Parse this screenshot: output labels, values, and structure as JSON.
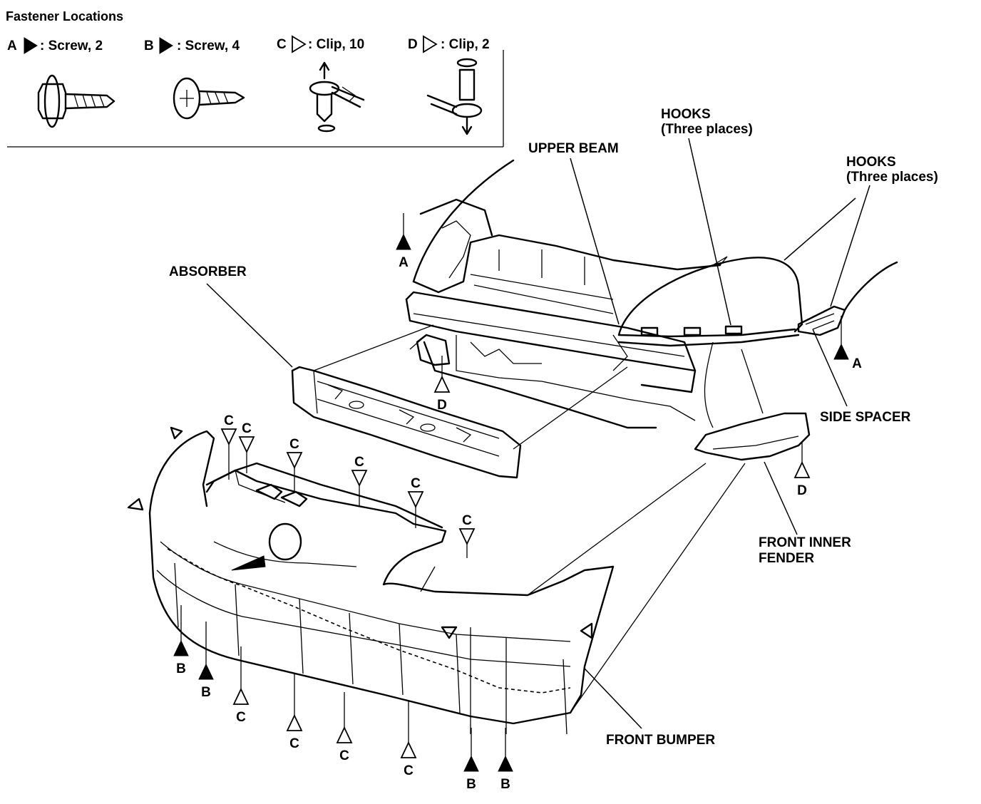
{
  "legend": {
    "title": "Fastener Locations",
    "items": [
      {
        "letter": "A",
        "desc": ": Screw, 2",
        "symbol": "filled"
      },
      {
        "letter": "B",
        "desc": ": Screw, 4",
        "symbol": "filled"
      },
      {
        "letter": "C",
        "desc": ": Clip, 10",
        "symbol": "open"
      },
      {
        "letter": "D",
        "desc": ": Clip, 2",
        "symbol": "open"
      }
    ]
  },
  "labels": {
    "upper_beam": "UPPER BEAM",
    "hooks_1": "HOOKS",
    "hooks_1_sub": "(Three places)",
    "hooks_2": "HOOKS",
    "hooks_2_sub": "(Three places)",
    "absorber": "ABSORBER",
    "side_spacer": "SIDE SPACER",
    "front_inner_fender_1": "FRONT INNER",
    "front_inner_fender_2": "FENDER",
    "front_bumper": "FRONT BUMPER"
  },
  "fastener_markers": [
    {
      "id": "a-top-left",
      "letter": "A",
      "type": "filled"
    },
    {
      "id": "a-right",
      "letter": "A",
      "type": "filled"
    },
    {
      "id": "d-beam",
      "letter": "D",
      "type": "open"
    },
    {
      "id": "d-fender",
      "letter": "D",
      "type": "open"
    },
    {
      "id": "c-top-1",
      "letter": "C",
      "type": "open"
    },
    {
      "id": "c-top-2",
      "letter": "C",
      "type": "open"
    },
    {
      "id": "c-top-3",
      "letter": "C",
      "type": "open"
    },
    {
      "id": "c-top-4",
      "letter": "C",
      "type": "open"
    },
    {
      "id": "c-top-5",
      "letter": "C",
      "type": "open"
    },
    {
      "id": "c-top-6",
      "letter": "C",
      "type": "open"
    },
    {
      "id": "b-bottom-1",
      "letter": "B",
      "type": "filled"
    },
    {
      "id": "b-bottom-2",
      "letter": "B",
      "type": "filled"
    },
    {
      "id": "c-bottom-1",
      "letter": "C",
      "type": "open"
    },
    {
      "id": "c-bottom-2",
      "letter": "C",
      "type": "open"
    },
    {
      "id": "c-bottom-3",
      "letter": "C",
      "type": "open"
    },
    {
      "id": "c-bottom-4",
      "letter": "C",
      "type": "open"
    },
    {
      "id": "b-bottom-3",
      "letter": "B",
      "type": "filled"
    },
    {
      "id": "b-bottom-4",
      "letter": "B",
      "type": "filled"
    }
  ]
}
